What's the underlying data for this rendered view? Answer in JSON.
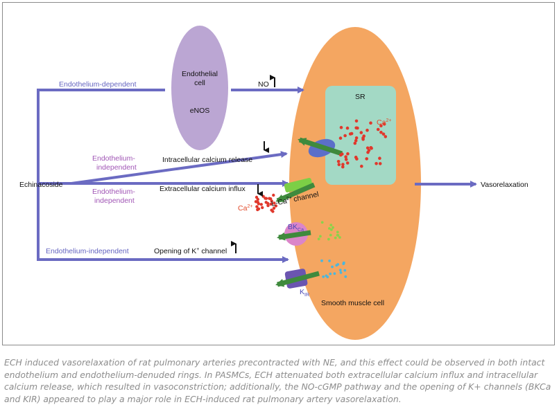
{
  "colors": {
    "arrow": "#6b6bc2",
    "cell": "#f4a661",
    "endothelial": "#bba6d3",
    "sr": "#a3d9c5",
    "calcium_dots": "#e0382c",
    "green_arrow": "#3f8a3d",
    "purple_label": "#a055b5",
    "blue_label": "#6565c0"
  },
  "diagram": {
    "echinacoside": "Echinacoside",
    "endothelium_dependent": "Endothelium-dependent",
    "endothelium_independent_1a": "Endothelium-",
    "endothelium_independent_1b": "independent",
    "endothelium_independent_2a": "Endothelium-",
    "endothelium_independent_2b": "independent",
    "endothelium_independent_3": "Endothelium-independent",
    "endothelial_cell_1": "Endothelial",
    "endothelial_cell_2": "cell",
    "enos": "eNOS",
    "no": "NO",
    "sr": "SR",
    "ca_inside": "Ca",
    "ca_outside": "Ca",
    "ca_superscript": "2+",
    "intracellular_release": "Intracellular calcium release",
    "extracellular_influx": "Extracellular calcium influx",
    "l_ca_channel": "L-Ca",
    "l_ca_channel_suffix": "channel",
    "opening_k": "Opening of K",
    "opening_k_suffix": "channel",
    "k_superscript": "+",
    "bk": "BK",
    "bk_sub": "Ca",
    "kir": "K",
    "kir_sub": "IR",
    "vasorelaxation": "Vasorelaxation",
    "smooth_muscle_cell": "Smooth muscle cell"
  },
  "caption": "ECH induced vasorelaxation of rat pulmonary arteries precontracted with NE, and this effect could be observed in both intact endothelium and endothelium-denuded rings. In PASMCs, ECH attenuated both extracellular calcium influx and intracellular calcium release, which resulted in vasoconstriction; additionally, the NO-cGMP pathway and the opening of K+ channels (BKCa and KIR) appeared to play a major role in ECH-induced rat pulmonary artery vasorelaxation."
}
